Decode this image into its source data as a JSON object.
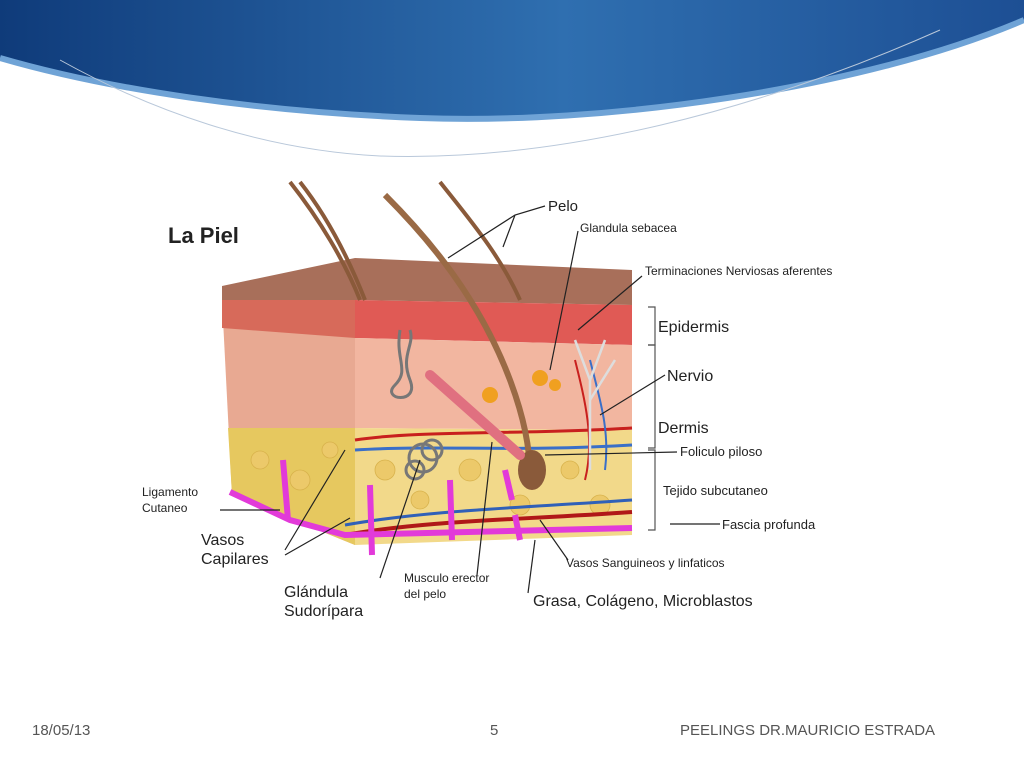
{
  "diagram": {
    "title": "La Piel",
    "labels": {
      "pelo": "Pelo",
      "glandula_sebacea": "Glandula sebacea",
      "terminaciones": "Terminaciones Nerviosas aferentes",
      "epidermis": "Epidermis",
      "nervio": "Nervio",
      "dermis": "Dermis",
      "foliculo": "Foliculo piloso",
      "tejido": "Tejido subcutaneo",
      "fascia": "Fascia profunda",
      "vasos_sang": "Vasos Sanguineos y linfaticos",
      "grasa": "Grasa, Colágeno, Microblastos",
      "musculo_1": "Musculo erector",
      "musculo_2": "del pelo",
      "glandula_sud_1": "Glándula",
      "glandula_sud_2": "Sudorípara",
      "vasos_cap_1": "Vasos",
      "vasos_cap_2": "Capilares",
      "ligamento_1": "Ligamento",
      "ligamento_2": "Cutaneo"
    }
  },
  "footer": {
    "date": "18/05/13",
    "page": "5",
    "author": "PEELINGS  DR.MAURICIO ESTRADA"
  }
}
